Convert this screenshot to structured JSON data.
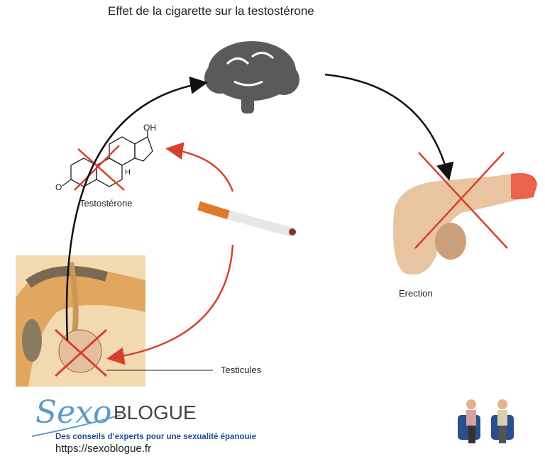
{
  "title": "Effet de la cigarette sur la testostérone",
  "labels": {
    "testosterone": "Testostérone",
    "erection": "Erection",
    "testicules": "Testicules"
  },
  "molecule": {
    "oh": "OH",
    "h": "H",
    "o": "O"
  },
  "logo": {
    "sexo": "Sexo",
    "blogue": "BLOGUE",
    "tagline": "Des conseils d’experts pour une sexualité épanouie",
    "url": "https://sexoblogue.fr"
  },
  "colors": {
    "arrow_black": "#111111",
    "arrow_red": "#d9402b",
    "brain": "#5a5a5a",
    "skin": "#e9c4a0"
  }
}
